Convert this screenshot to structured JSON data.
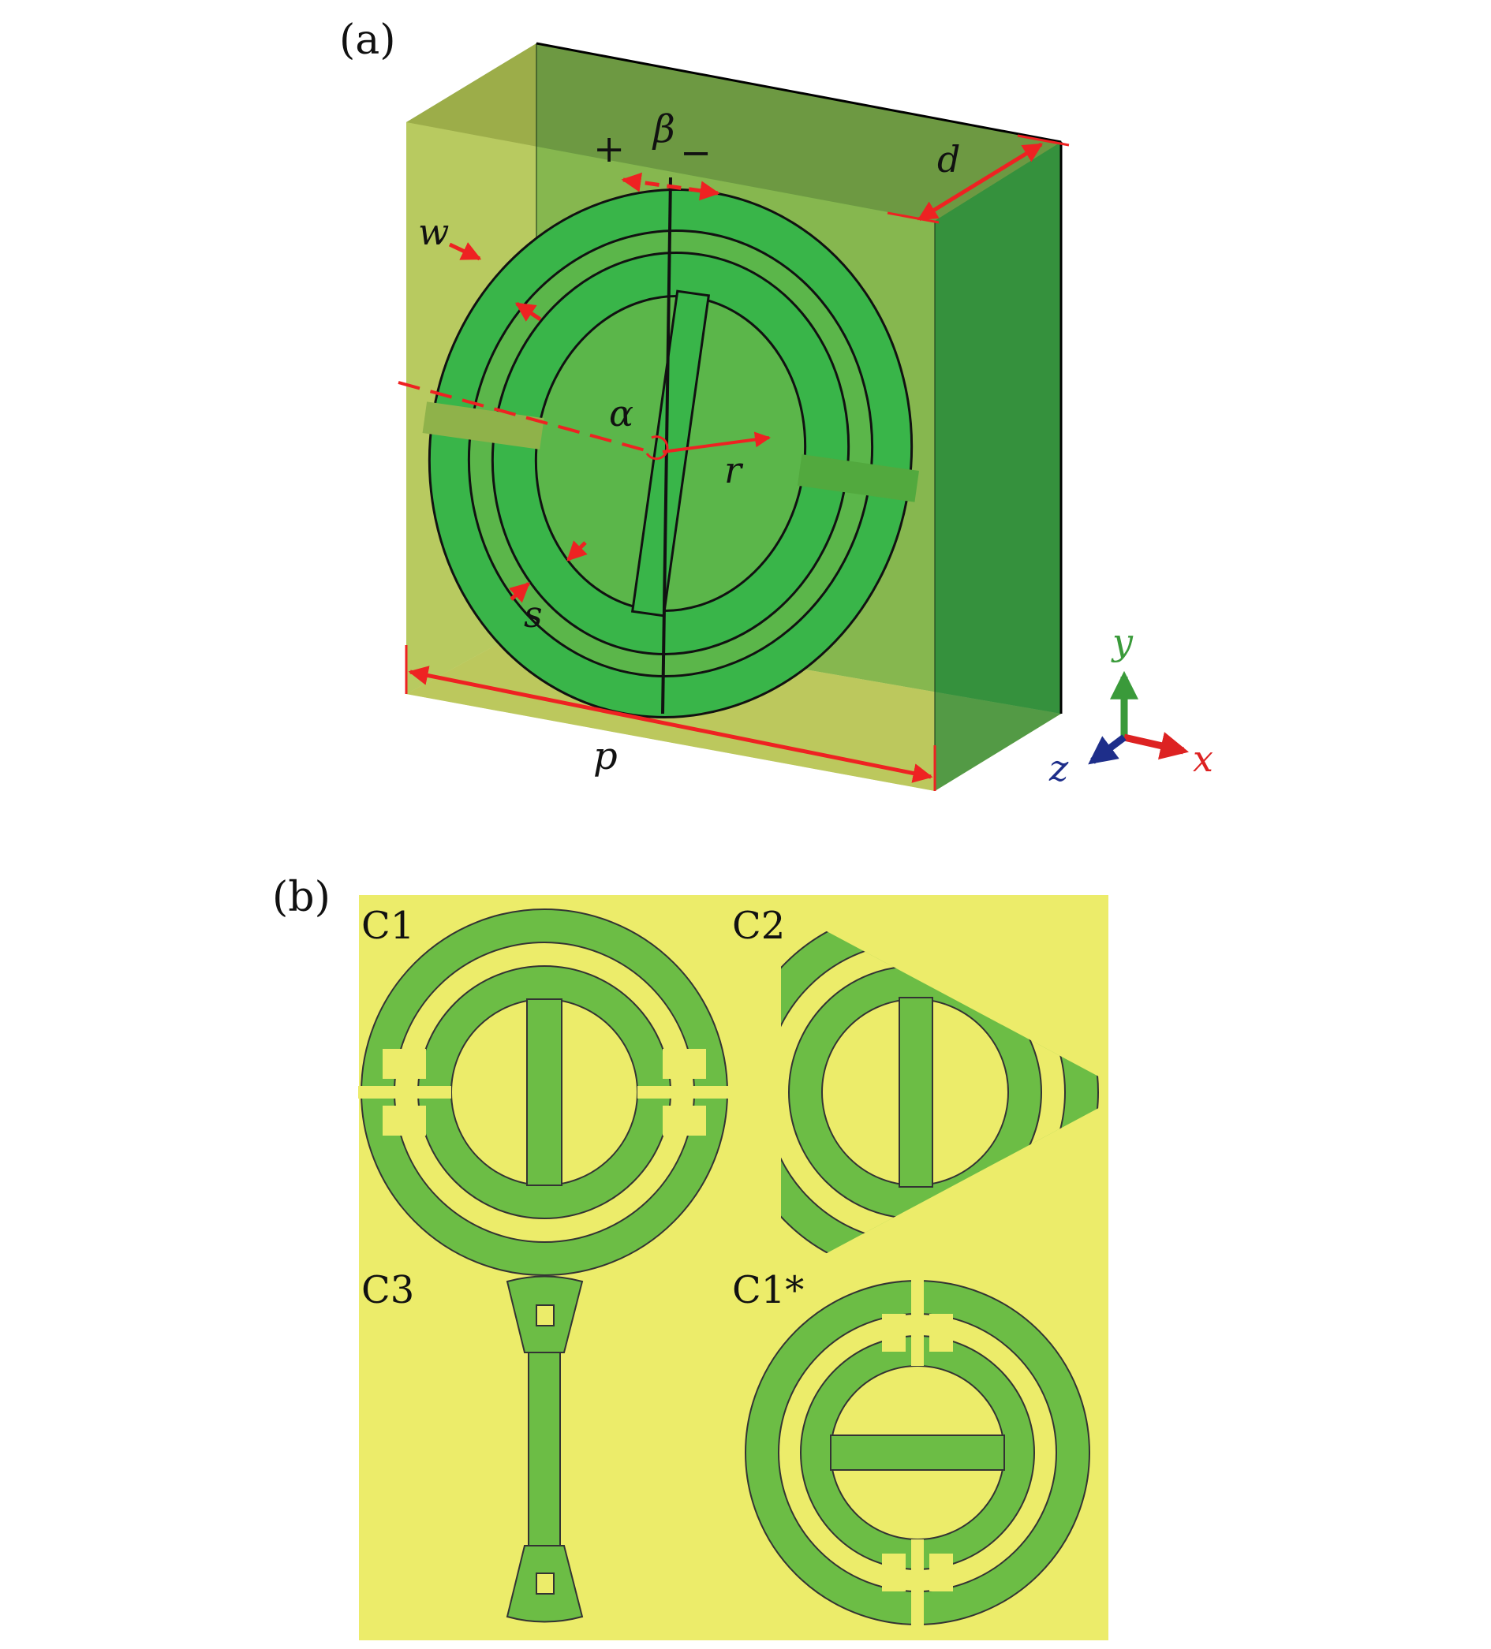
{
  "panel_a": {
    "label": "(a)",
    "dims": {
      "w": "w",
      "beta": "β",
      "plus": "+",
      "minus": "−",
      "d": "d",
      "alpha": "α",
      "r": "r",
      "s": "s",
      "p": "p"
    },
    "axes": {
      "y": "y",
      "x": "x",
      "z": "z"
    }
  },
  "panel_b": {
    "label": "(b)",
    "cells": [
      {
        "label": "C1"
      },
      {
        "label": "C2"
      },
      {
        "label": "C3"
      },
      {
        "label": "C1*"
      }
    ]
  },
  "colors": {
    "box_front": "#8eaa1e",
    "box_back": "#2e8a2e",
    "ring_face": "#39b549",
    "substrate_b": "#ecec6a",
    "pattern_b": "#6cbd45",
    "dim_red": "#ee2222",
    "axis_green": "#3a9a3a",
    "axis_red": "#dd2222",
    "axis_blue": "#1e2e8a"
  }
}
